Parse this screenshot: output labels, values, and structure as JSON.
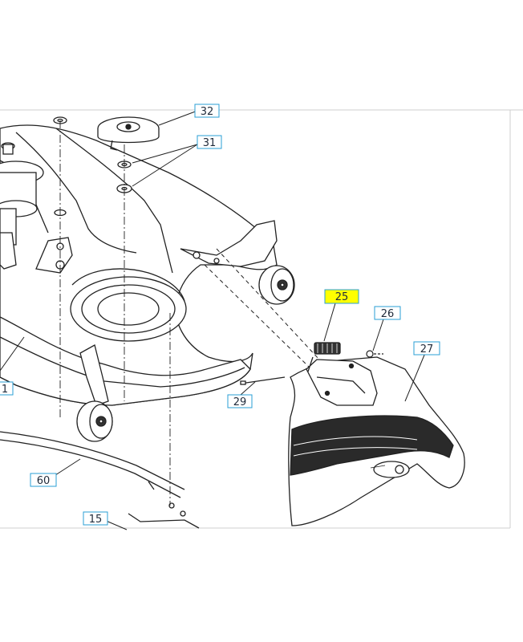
{
  "diagram": {
    "type": "exploded-parts-diagram",
    "highlight_color": "#ffff00",
    "label_border_color": "#2a9fd6",
    "line_color": "#222222",
    "callouts": [
      {
        "id": "c32",
        "text": "32",
        "highlighted": false
      },
      {
        "id": "c31",
        "text": "31",
        "highlighted": false
      },
      {
        "id": "c25",
        "text": "25",
        "highlighted": true
      },
      {
        "id": "c26",
        "text": "26",
        "highlighted": false
      },
      {
        "id": "c27",
        "text": "27",
        "highlighted": false
      },
      {
        "id": "c29",
        "text": "29",
        "highlighted": false
      },
      {
        "id": "c1",
        "text": "1",
        "highlighted": false
      },
      {
        "id": "c60",
        "text": "60",
        "highlighted": false
      },
      {
        "id": "c15",
        "text": "15",
        "highlighted": false
      }
    ]
  }
}
